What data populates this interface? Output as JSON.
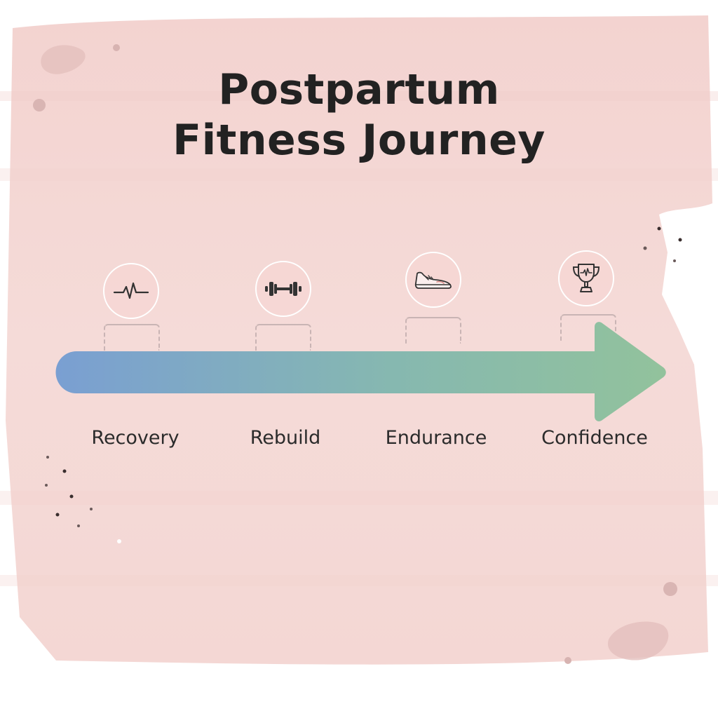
{
  "title": {
    "line1": "Postpartum",
    "line2": "Fitness Journey"
  },
  "stages": [
    {
      "label": "Recovery",
      "icon": "heartbeat-icon"
    },
    {
      "label": "Rebuild",
      "icon": "dumbbell-icon"
    },
    {
      "label": "Endurance",
      "icon": "sneaker-icon"
    },
    {
      "label": "Confidence",
      "icon": "trophy-icon"
    }
  ],
  "colors": {
    "background": "#f5d9d6",
    "arrow_start": "#7a9fd2",
    "arrow_end": "#92c29c",
    "text": "#222222",
    "icon_stroke": "#333333"
  }
}
